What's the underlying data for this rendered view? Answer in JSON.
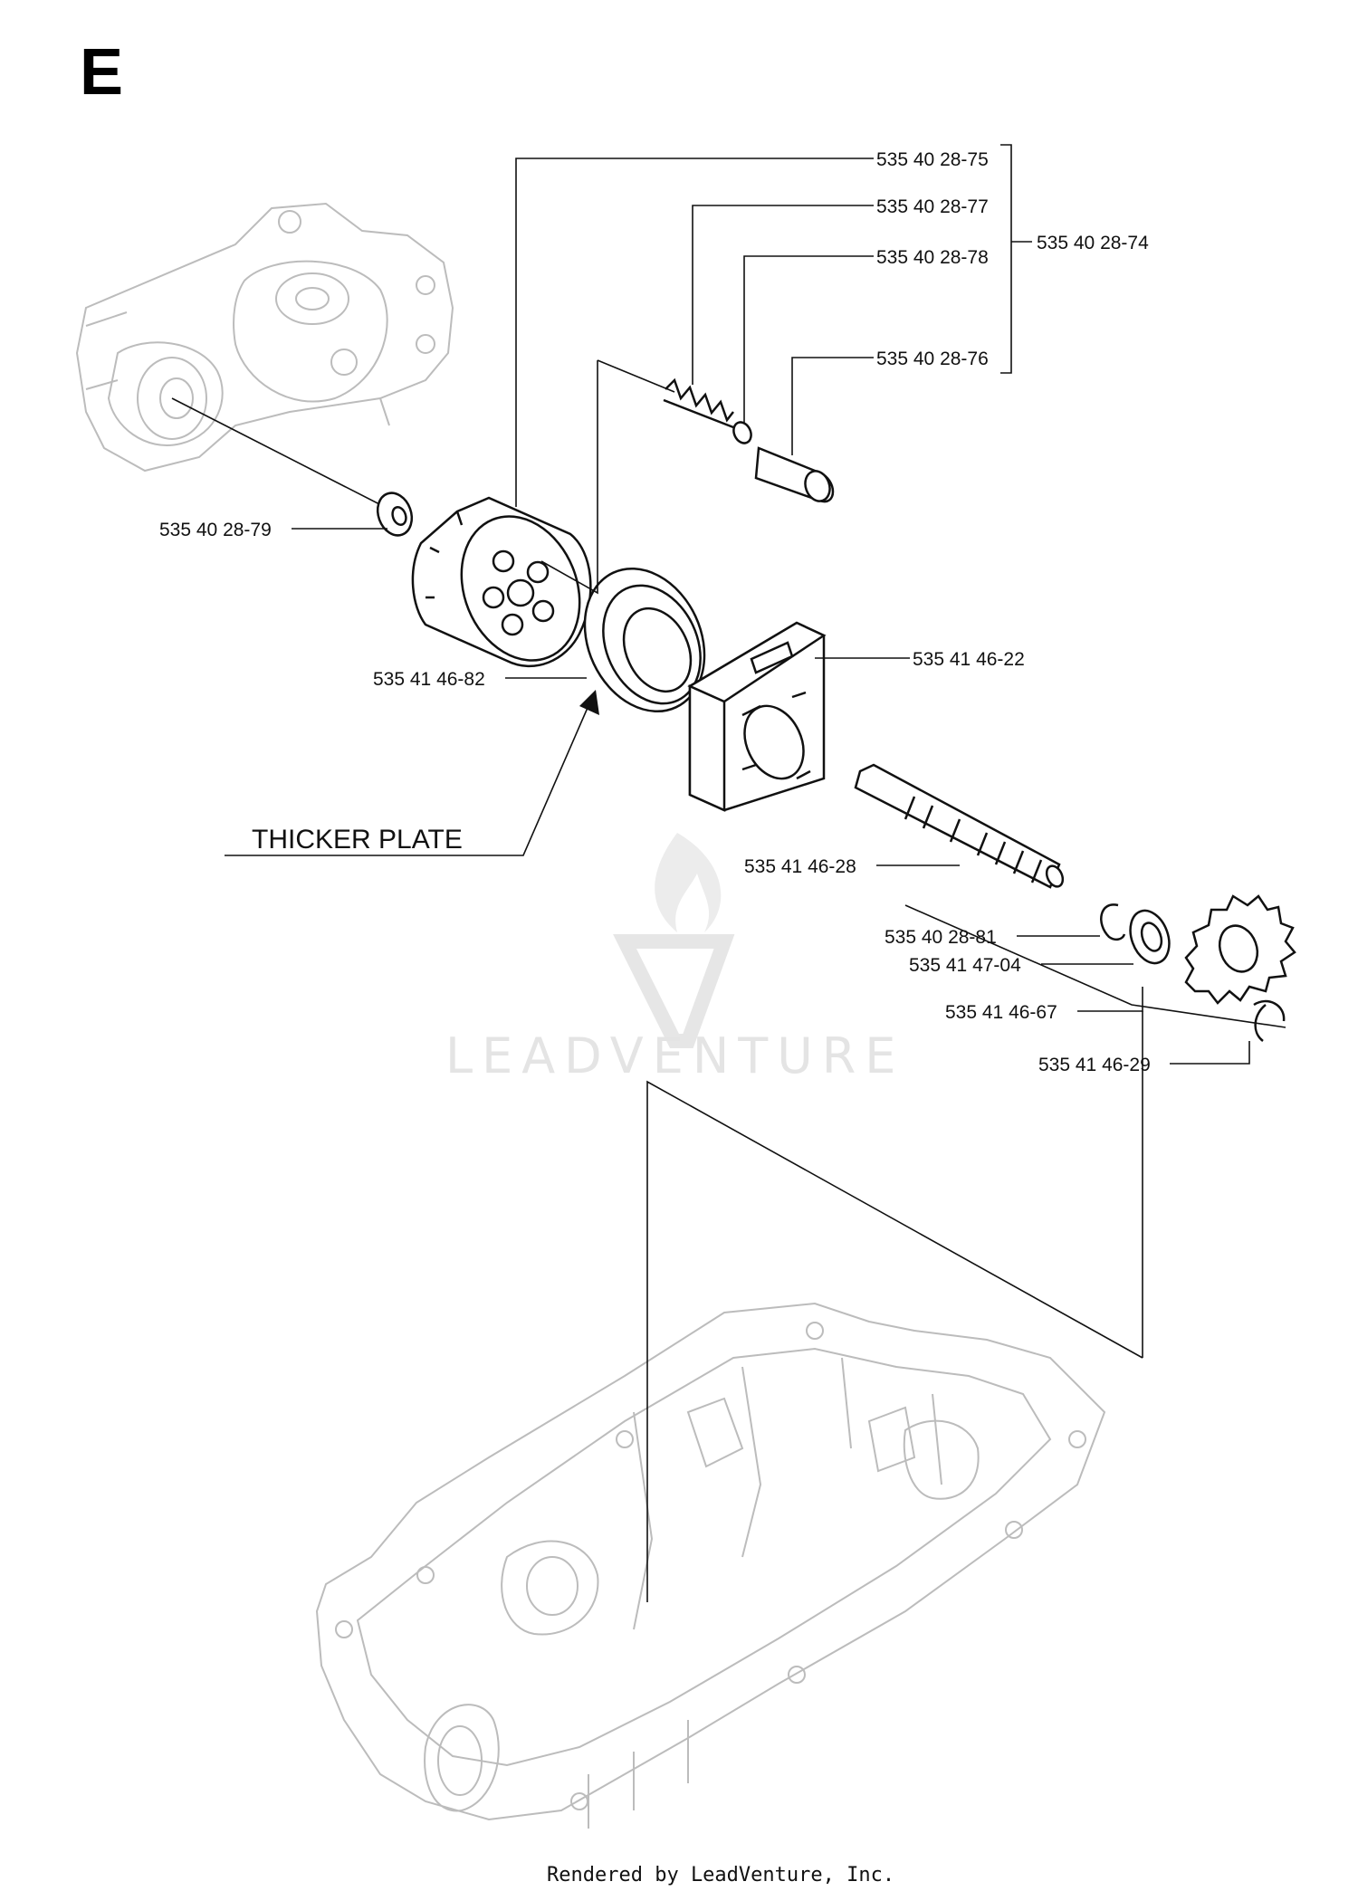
{
  "section_letter": "E",
  "note": "THICKER PLATE",
  "watermark": "LEADVENTURE",
  "footer": "Rendered by LeadVenture, Inc.",
  "parts": [
    {
      "id": "p1",
      "number": "535 40 28-75"
    },
    {
      "id": "p2",
      "number": "535 40 28-77"
    },
    {
      "id": "p3",
      "number": "535 40 28-78"
    },
    {
      "id": "p4",
      "number": "535 40 28-76"
    },
    {
      "id": "p5",
      "number": "535 40 28-74"
    },
    {
      "id": "p6",
      "number": "535 40 28-79"
    },
    {
      "id": "p7",
      "number": "535 41 46-82"
    },
    {
      "id": "p8",
      "number": "535 41 46-22"
    },
    {
      "id": "p9",
      "number": "535 41 46-28"
    },
    {
      "id": "p10",
      "number": "535 40 28-81"
    },
    {
      "id": "p11",
      "number": "535 41 47-04"
    },
    {
      "id": "p12",
      "number": "535 41 46-67"
    },
    {
      "id": "p13",
      "number": "535 41 46-29"
    }
  ]
}
